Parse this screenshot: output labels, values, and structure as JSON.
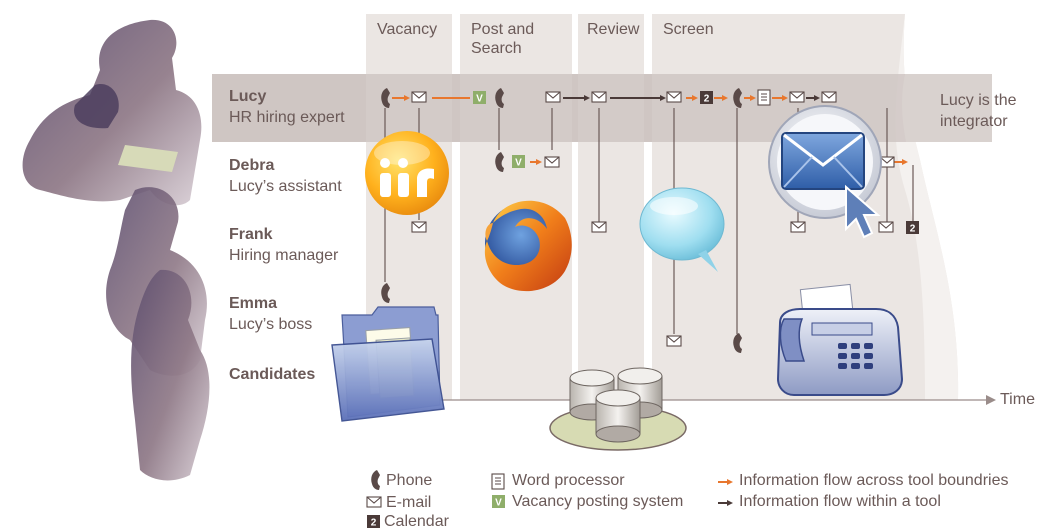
{
  "stages": [
    "Vacancy",
    "Post and Search",
    "Review",
    "Screen"
  ],
  "stage_lines": [
    [
      "Vacancy"
    ],
    [
      "Post and",
      "Search"
    ],
    [
      "Review"
    ],
    [
      "Screen"
    ]
  ],
  "roles": [
    {
      "name": "Lucy",
      "title": "HR hiring expert"
    },
    {
      "name": "Debra",
      "title": "Lucy’s assistant"
    },
    {
      "name": "Frank",
      "title": "Hiring manager"
    },
    {
      "name": "Emma",
      "title": "Lucy’s boss"
    },
    {
      "name": "Candidates",
      "title": ""
    }
  ],
  "integrator_note": {
    "line1": "Lucy is the",
    "line2": "integrator"
  },
  "time_axis_label": "Time",
  "calendar_number": "2",
  "vacancy_tool_letter": "V",
  "legend": {
    "phone": "Phone",
    "email": "E-mail",
    "calendar": "Calendar",
    "word_processor": "Word processor",
    "vacancy_system": "Vacancy posting system",
    "flow_across": "Information flow across tool boundries",
    "flow_within": "Information flow within a tool"
  },
  "overlay_icons": [
    "chat-app-icon",
    "firefox-icon",
    "speech-bubble-icon",
    "email-client-icon",
    "folder-icon",
    "database-icon",
    "fax-icon"
  ],
  "colors": {
    "panel": "#ebe6e3",
    "lucy_band": "#cfc6c3",
    "text": "#6b5a58",
    "flow_across": "#e8772e",
    "flow_within": "#5a4a48",
    "vacancy_green": "#8fae6a",
    "calendar_dark": "#4a3a38"
  }
}
